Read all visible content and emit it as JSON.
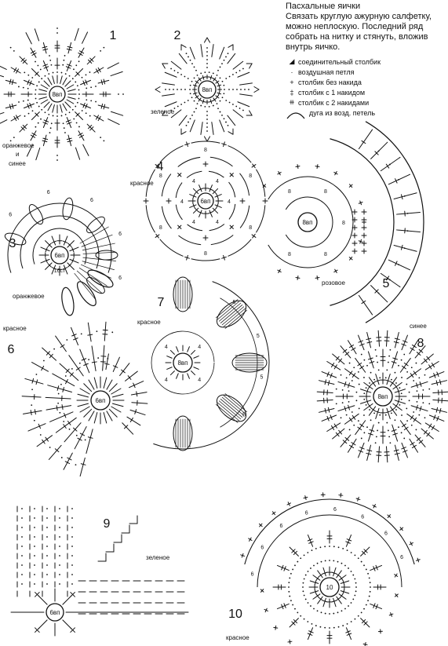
{
  "header": {
    "title": "Пасхальные яички",
    "intro": "Связать круглую ажурную салфетку, можно неплоскую. Последний ряд собрать на нитку и стянуть, вложив внутрь яичко."
  },
  "legend": [
    {
      "symbol": "◢",
      "icon": "slip-stitch-icon",
      "label": "соединительный столбик"
    },
    {
      "symbol": "·",
      "icon": "chain-stitch-icon",
      "label": "воздушная петля"
    },
    {
      "symbol": "+",
      "icon": "single-crochet-icon",
      "label": "столбик без накида"
    },
    {
      "symbol": "‡",
      "icon": "double-crochet-icon",
      "label": "столбик с 1 накидом"
    },
    {
      "symbol": "⧺",
      "icon": "treble-crochet-icon",
      "label": "столбик с 2 накидами"
    },
    {
      "symbol": "⌒",
      "icon": "chain-arc-icon",
      "label": "дуга из возд. петель"
    }
  ],
  "diagrams": [
    {
      "number": "1",
      "center": "8вп",
      "color": "оранжевое и синее"
    },
    {
      "number": "2",
      "center": "8вп",
      "color": "зеленое"
    },
    {
      "number": "3",
      "center": "6вп",
      "center_note": "16ст",
      "color": "оранжевое",
      "count": "6"
    },
    {
      "number": "4",
      "center": "6вп",
      "color": "красное",
      "count_outer": "8",
      "count_inner": "4"
    },
    {
      "number": "5",
      "center": "8вп",
      "color": "розовое",
      "count": "8"
    },
    {
      "number": "6",
      "center": "6вп",
      "color": "красное"
    },
    {
      "number": "7",
      "center": "8вп",
      "color": "красное",
      "count_inner": "4",
      "count_outer": "5"
    },
    {
      "number": "8",
      "center": "8вп",
      "color": "синее"
    },
    {
      "number": "9",
      "center": "6вп",
      "color": "зеленое"
    },
    {
      "number": "10",
      "center": "10",
      "color": "красное",
      "count": "6"
    }
  ],
  "colors": {
    "ink": "#111111",
    "paper": "#ffffff"
  }
}
